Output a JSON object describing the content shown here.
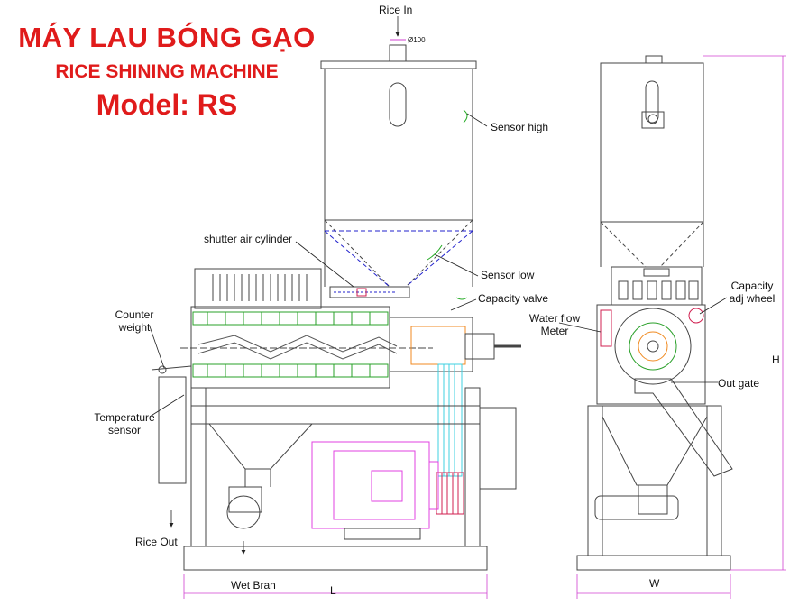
{
  "title": {
    "vietnamese": "MÁY LAU BÓNG GẠO",
    "english": "RICE SHINING MACHINE",
    "model": "Model: RS"
  },
  "labels": {
    "rice_in": "Rice In",
    "diameter": "Ø100",
    "sensor_high": "Sensor high",
    "shutter_air_cylinder": "shutter air cylinder",
    "sensor_low": "Sensor low",
    "capacity_valve": "Capacity valve",
    "counter_weight_1": "Counter",
    "counter_weight_2": "weight",
    "water_flow_meter_1": "Water flow",
    "water_flow_meter_2": "Meter",
    "capacity_adj_wheel_1": "Capacity",
    "capacity_adj_wheel_2": "adj wheel",
    "out_gate": "Out gate",
    "temperature_sensor_1": "Temperature",
    "temperature_sensor_2": "sensor",
    "rice_out": "Rice Out",
    "wet_bran": "Wet Bran",
    "dim_l": "L",
    "dim_w": "W",
    "dim_h": "H"
  },
  "colors": {
    "title": "#e01b1b",
    "outline": "#444444",
    "screen_green": "#2aa02a",
    "motor_magenta": "#e040e0",
    "belt_cyan": "#3fd0e0",
    "hidden_blue": "#2222cc",
    "gear_orange": "#f08a20",
    "pulley_red": "#d02050",
    "sensor_green": "#22aa22",
    "dimension_magenta": "#d040d0"
  }
}
